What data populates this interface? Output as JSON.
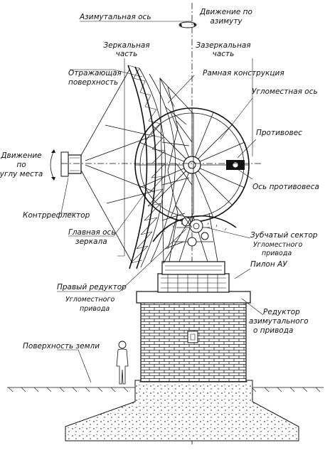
{
  "labels": {
    "azimuth_axis": "Азимутальная ось",
    "azimuth_motion": [
      "Движение по",
      "азимуту"
    ],
    "mirror_part": [
      "Зеркальная",
      "часть"
    ],
    "behind_mirror_part": [
      "Зазеркальная",
      "часть"
    ],
    "reflecting_surface": [
      "Отражающая",
      "поверхность"
    ],
    "frame_structure": "Рамная конструкция",
    "elevation_axis": "Угломестная ось",
    "counterweight": "Противовес",
    "elevation_motion": [
      "Движение",
      "по",
      "углу места"
    ],
    "counterweight_axis": "Ось противовеса",
    "counterreflector": "Контррефлектор",
    "main_axis": [
      "Главная ось",
      "зеркала"
    ],
    "gear_sector": [
      "Зубчатый сектор",
      "Угломестного",
      "привода"
    ],
    "pylon": "Пилон АУ",
    "right_reducer": [
      "Правый редуктор",
      "Угломестного",
      "привода"
    ],
    "azimuth_reducer": [
      "Редуктор",
      "азимутального",
      "о привода"
    ],
    "ground_surface": "Поверхность земли"
  },
  "colors": {
    "ink": "#111111",
    "paper": "#ffffff"
  }
}
